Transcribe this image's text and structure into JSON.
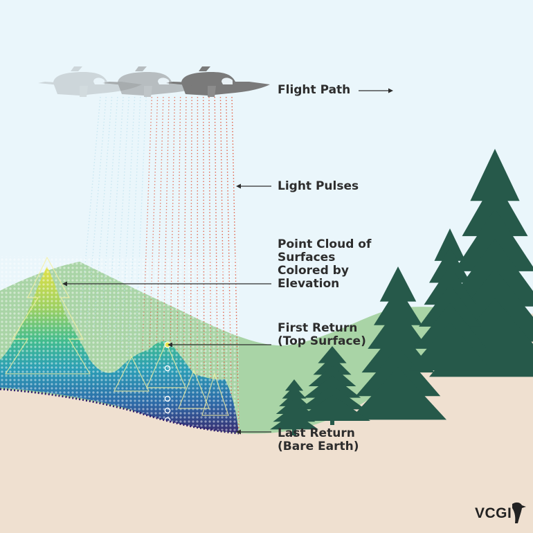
{
  "labels": {
    "flight_path": "Flight Path",
    "light_pulses": "Light Pulses",
    "point_cloud": [
      "Point Cloud of",
      "Surfaces",
      "Colored by",
      "Elevation"
    ],
    "first_return": [
      "First Return",
      "(Top Surface)"
    ],
    "last_return": [
      "Last Return",
      "(Bare Earth)"
    ]
  },
  "logo": {
    "text": "VCGI",
    "icon": "loon-bird-icon"
  },
  "colors": {
    "sky": "#eaf6fb",
    "hill": "#a9d4a6",
    "ground": "#efe0d0",
    "tree": "#26594a",
    "pulse": "#e0573c",
    "plane": "#7a7a7a",
    "text": "#2d2d2d"
  },
  "elevation_ramp": [
    "#2b1a6a",
    "#1f5fa8",
    "#1d98b8",
    "#35b98c",
    "#9bd05a",
    "#e7e23c"
  ]
}
